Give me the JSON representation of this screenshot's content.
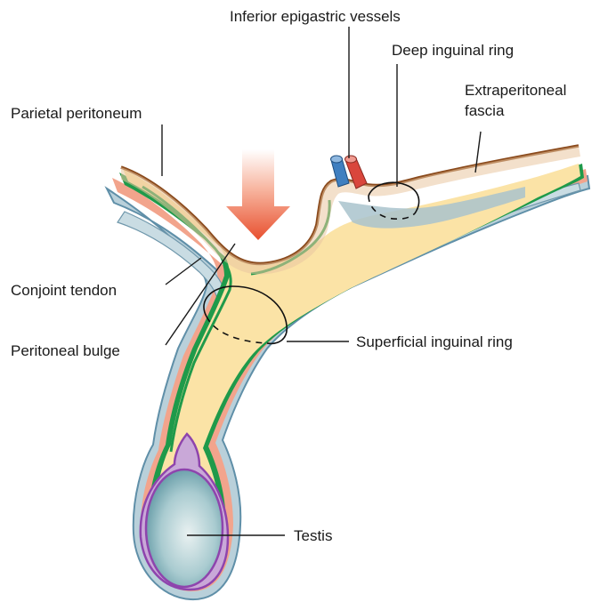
{
  "labels": {
    "inferior_epigastric_vessels": "Inferior epigastric vessels",
    "deep_inguinal_ring": "Deep inguinal ring",
    "extraperitoneal_fascia_line1": "Extraperitoneal",
    "extraperitoneal_fascia_line2": "fascia",
    "parietal_peritoneum": "Parietal peritoneum",
    "conjoint_tendon": "Conjoint tendon",
    "peritoneal_bulge": "Peritoneal bulge",
    "superficial_inguinal_ring": "Superficial inguinal ring",
    "testis": "Testis"
  },
  "colors": {
    "peritoneum": "#8a4a1c",
    "extraperitoneal_fat": "#fbe3a6",
    "transversalis": "#1f9a4a",
    "muscle": "#f2a48c",
    "aponeurosis": "#b7cfd8",
    "outer_fascia": "#5f8fa8",
    "artery": "#d9463c",
    "vein": "#3f7fc0",
    "arrow": "#ea5534",
    "tunica_vaginalis": "#8e44ad",
    "testis": "#86b6bd"
  }
}
